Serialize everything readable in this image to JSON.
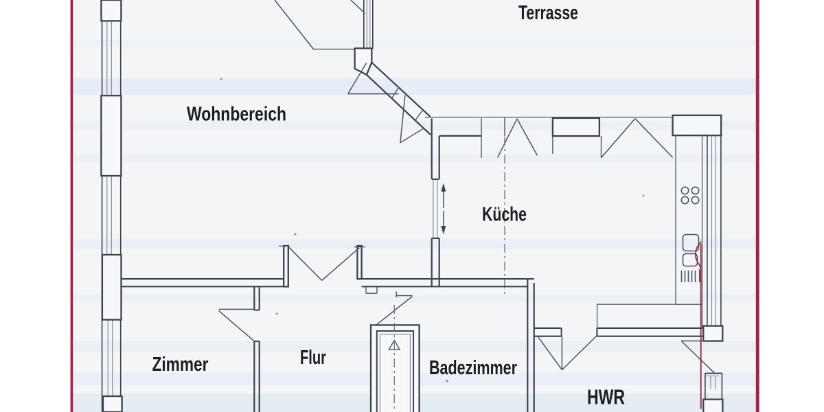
{
  "document": {
    "kind_label": "apartment floor plan scan"
  },
  "rooms": [
    {
      "id": "terrasse",
      "label": "Terrasse"
    },
    {
      "id": "wohnbereich",
      "label": "Wohnbereich"
    },
    {
      "id": "kueche",
      "label": "Küche"
    },
    {
      "id": "zimmer",
      "label": "Zimmer"
    },
    {
      "id": "flur",
      "label": "Flur"
    },
    {
      "id": "badezimmer",
      "label": "Badezimmer"
    },
    {
      "id": "hwr",
      "label": "HWR"
    }
  ],
  "colors": {
    "wall": "#3a4250",
    "line_thin": "#5b6676",
    "leaf": "#4a5462",
    "glass": "#7a8494",
    "label": "#1b1d21",
    "border_left": "#ae1b44",
    "border_right": "#ae1b44",
    "pen": "#8e2130",
    "paper": "#f3f5f7",
    "paper_block": "#f7f8fa",
    "band": "#cfe0ee"
  },
  "symbols": {
    "cooktop_icon": "four-circles",
    "sink_icon": "two-rounded-basins",
    "dishwasher_icon": "hatch-lines",
    "shower_icon": "nested-rectangles-with-triangle",
    "door_swing_icon": "triangle-leaf",
    "window_icon": "parallel-lines",
    "passage_arrows_icon": "up-down-arrows",
    "scan_border_icon": "red-vertical-line"
  }
}
